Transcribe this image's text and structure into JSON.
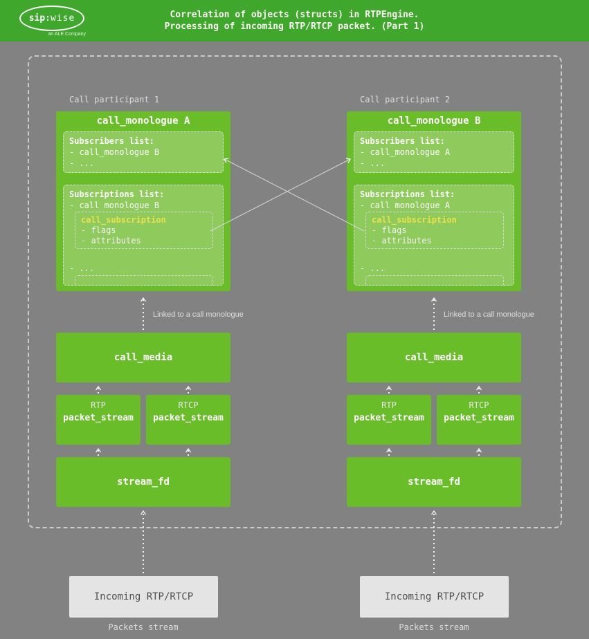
{
  "header": {
    "title_line1": "Correlation of objects (structs) in RTPEngine.",
    "title_line2": "Processing of incoming RTP/RTCP packet. (Part 1)",
    "logo": {
      "brand_prefix": "sip:",
      "brand_suffix": "wise",
      "tagline": "an ALE Company"
    }
  },
  "colors": {
    "header_green": "#3ea72c",
    "box_green": "#69bd29",
    "inner_green": "#8fca5c",
    "bg_gray": "#828282",
    "dashed_border": "#cccccc",
    "arrow_white": "#f2f2f2",
    "subscription_yellow": "#e8e24e",
    "incoming_bg": "#e4e4e4",
    "incoming_text": "#4f4f4f",
    "label_gray": "#dddddd"
  },
  "participants": [
    {
      "label": "Call participant 1",
      "monologue": {
        "title": "call_monologue A",
        "subscribers_heading": "Subscribers list:",
        "subscribers_items": [
          "- call_monologue B",
          "- ..."
        ],
        "subscriptions_heading": "Subscriptions list:",
        "subscriptions_item": "- call monologue B",
        "subscription_title": "call_subscription",
        "subscription_items": [
          "- flags",
          "- attributes"
        ],
        "more": "- ..."
      },
      "linked_label": "Linked to a call monologue",
      "call_media_label": "call_media",
      "rtp_tag": "RTP",
      "rtcp_tag": "RTCP",
      "packet_stream_label": "packet_stream",
      "stream_fd_label": "stream_fd",
      "incoming_label": "Incoming RTP/RTCP",
      "packets_stream_label": "Packets stream"
    },
    {
      "label": "Call participant 2",
      "monologue": {
        "title": "call_monologue B",
        "subscribers_heading": "Subscribers list:",
        "subscribers_items": [
          "- call_monologue A",
          "- ..."
        ],
        "subscriptions_heading": "Subscriptions list:",
        "subscriptions_item": "- call monologue A",
        "subscription_title": "call_subscription",
        "subscription_items": [
          "- flags",
          "- attributes"
        ],
        "more": "- ..."
      },
      "linked_label": "Linked to a call monologue",
      "call_media_label": "call_media",
      "rtp_tag": "RTP",
      "rtcp_tag": "RTCP",
      "packet_stream_label": "packet_stream",
      "stream_fd_label": "stream_fd",
      "incoming_label": "Incoming RTP/RTCP",
      "packets_stream_label": "Packets stream"
    }
  ]
}
